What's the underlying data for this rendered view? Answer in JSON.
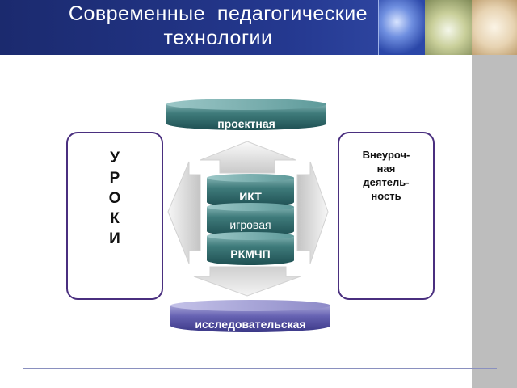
{
  "slide": {
    "title_line1": "Современные  педагогические",
    "title_line2": "технологии"
  },
  "diagram": {
    "top_cylinder": "проектная",
    "bottom_cylinder": "исследовательская",
    "stack": [
      "ИКТ",
      "игровая",
      "РКМЧП"
    ],
    "left_box_letters": [
      "У",
      "Р",
      "О",
      "К",
      "И"
    ],
    "right_box_lines": [
      "Внеуроч-",
      "ная",
      "деятель-",
      "ность"
    ]
  },
  "colors": {
    "header_blue": "#24388f",
    "teal_cylinder": "#2f6a6a",
    "violet_cylinder": "#5b57a6",
    "box_border": "#4a2f7f"
  }
}
